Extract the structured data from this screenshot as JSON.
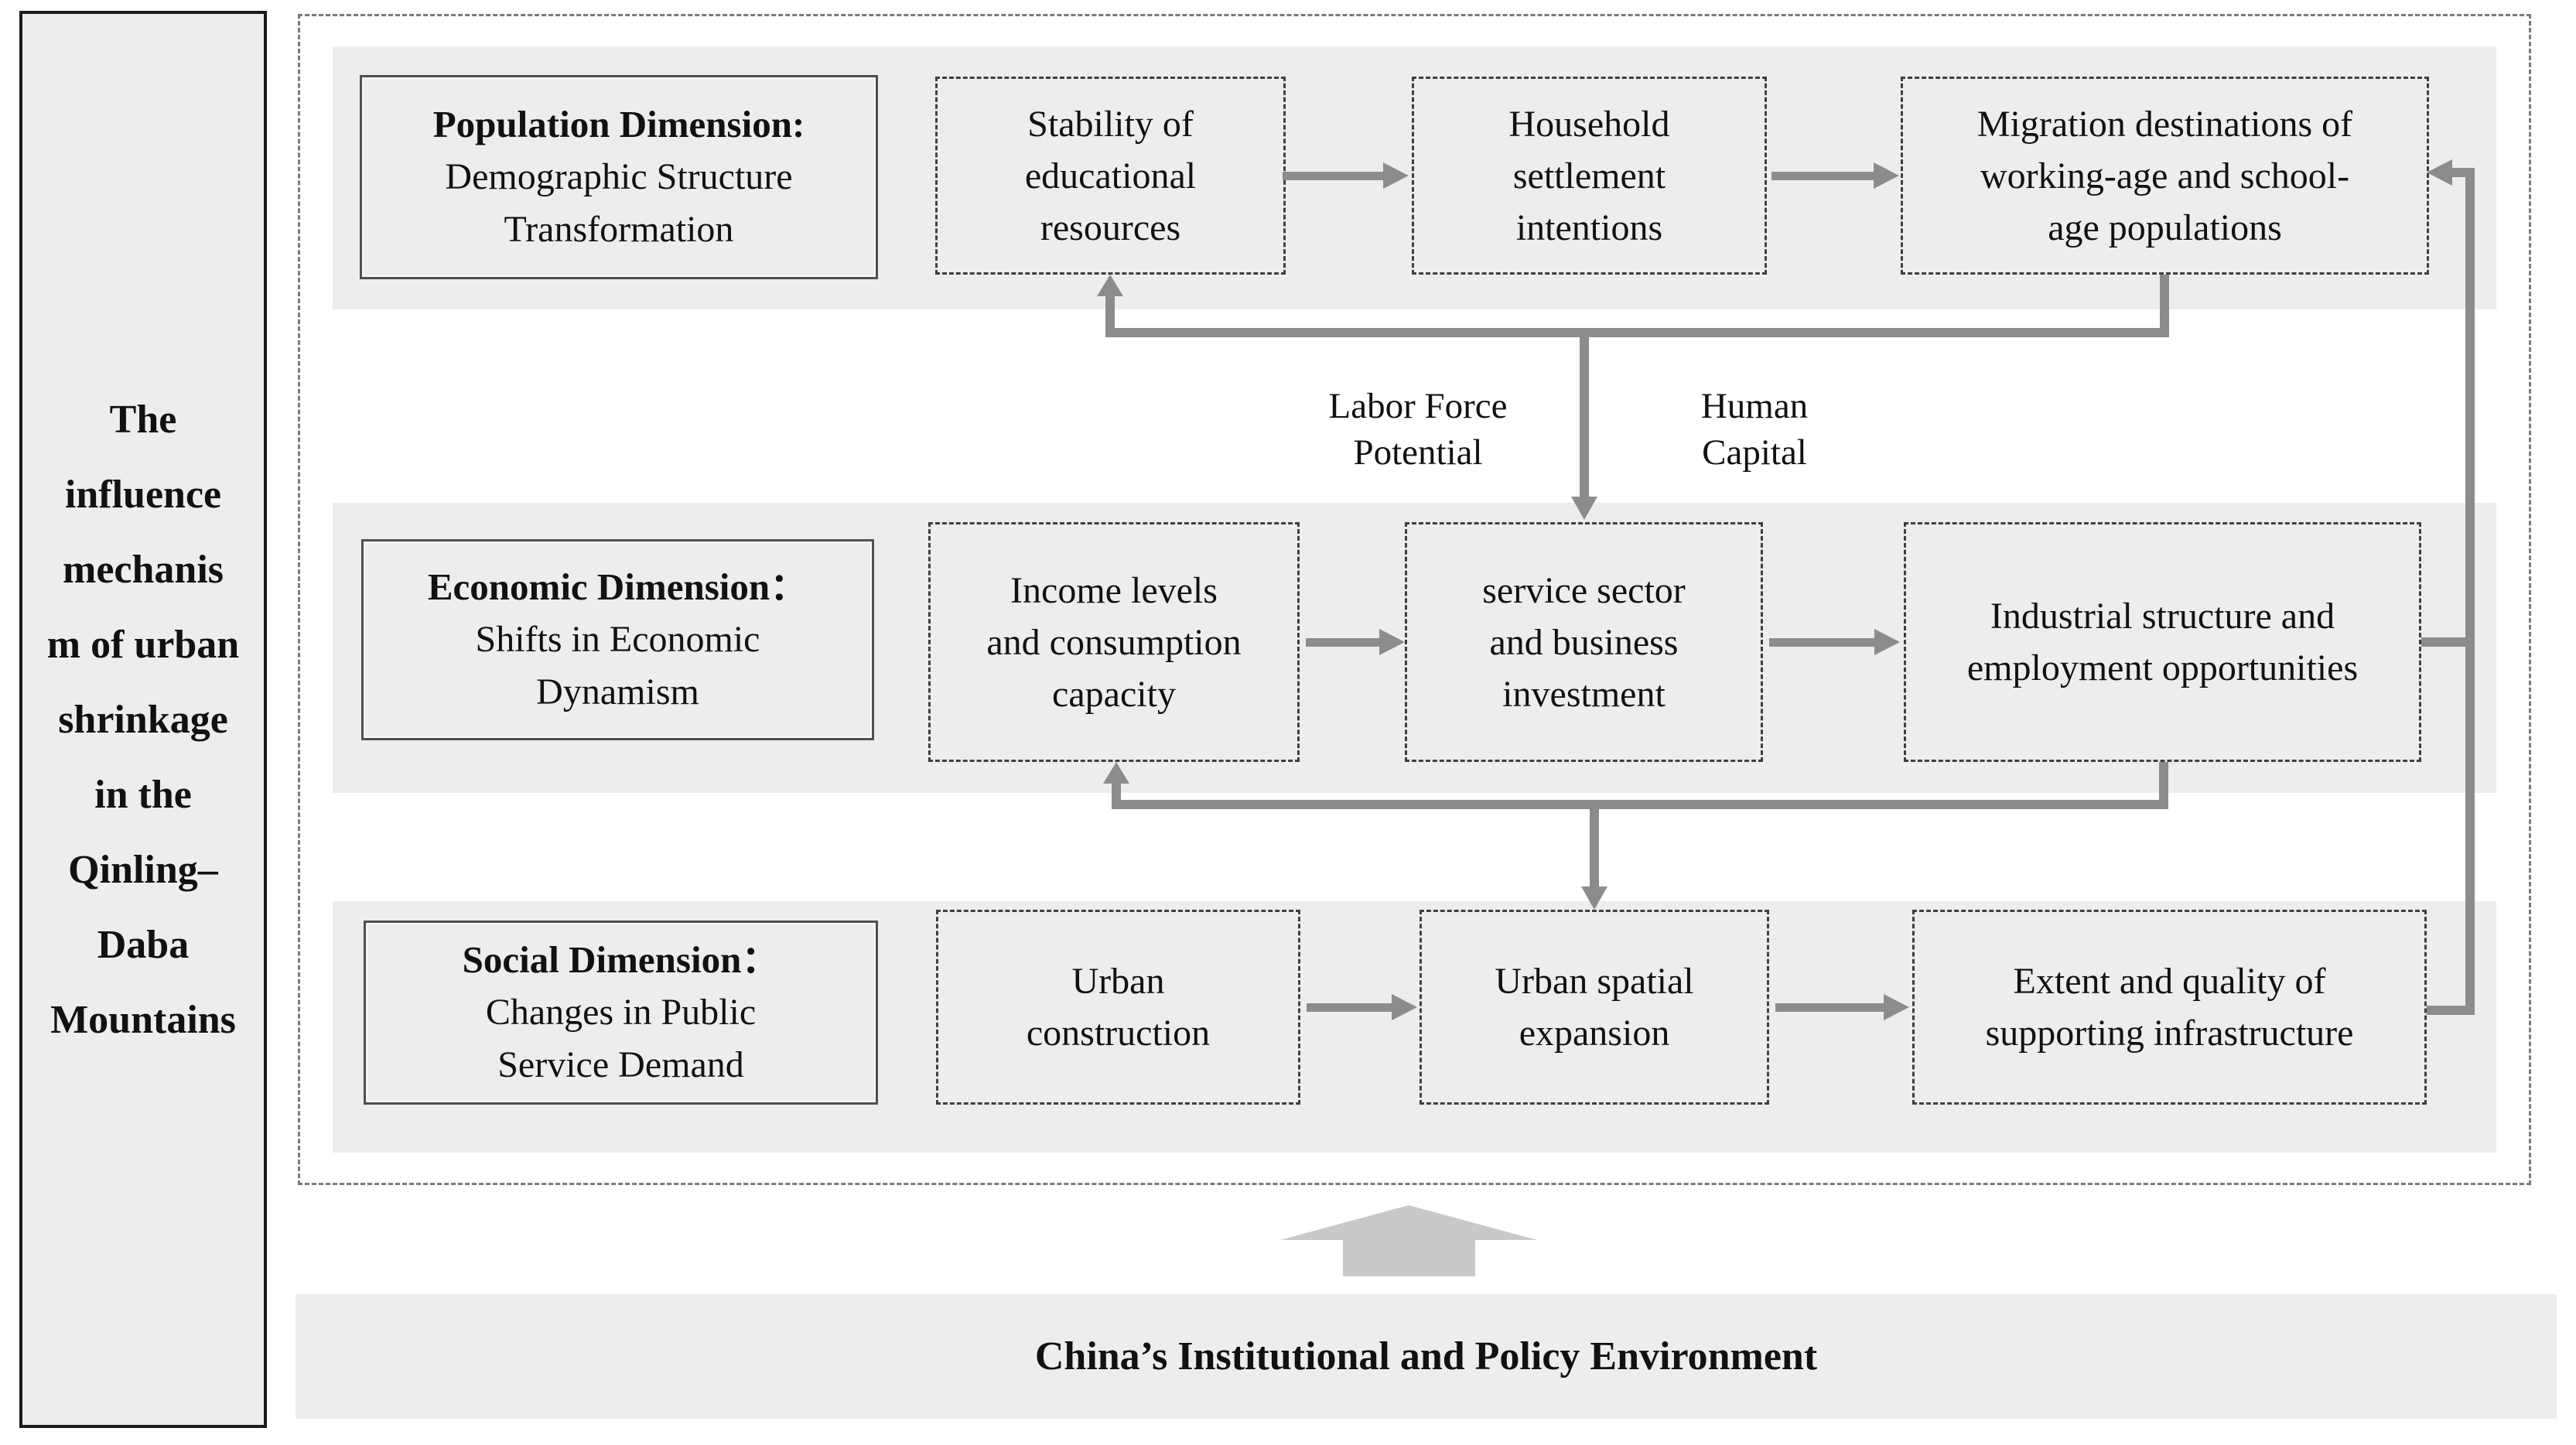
{
  "sidebar": {
    "lines": [
      "The",
      "influence",
      "mechanis",
      "m of urban",
      "shrinkage",
      "in the",
      "Qinling–",
      "Daba",
      "Mountains"
    ]
  },
  "rows": [
    {
      "label": {
        "title": "Population Dimension:",
        "lines": [
          "Demographic Structure",
          "Transformation"
        ]
      },
      "boxes": [
        {
          "lines": [
            "Stability of",
            "educational",
            "resources"
          ]
        },
        {
          "lines": [
            "Household",
            "settlement",
            "intentions"
          ]
        },
        {
          "lines": [
            "Migration destinations of",
            "working-age and school-",
            "age populations"
          ]
        }
      ]
    },
    {
      "label": {
        "title": "Economic Dimension：",
        "lines": [
          "Shifts in Economic",
          "Dynamism"
        ]
      },
      "boxes": [
        {
          "lines": [
            "Income levels",
            "and consumption",
            "capacity"
          ]
        },
        {
          "lines": [
            "service sector",
            "and business",
            "investment"
          ]
        },
        {
          "lines": [
            "Industrial structure and",
            "employment opportunities"
          ]
        }
      ]
    },
    {
      "label": {
        "title": "Social Dimension：",
        "lines": [
          "Changes in Public",
          "Service Demand"
        ]
      },
      "boxes": [
        {
          "lines": [
            "Urban",
            "construction"
          ]
        },
        {
          "lines": [
            "Urban spatial",
            "expansion"
          ]
        },
        {
          "lines": [
            "Extent and quality of",
            "supporting infrastructure"
          ]
        }
      ]
    }
  ],
  "connector_labels": {
    "labor_force": {
      "lines": [
        "Labor Force",
        "Potential"
      ]
    },
    "human_capital": {
      "lines": [
        "Human",
        "Capital"
      ]
    }
  },
  "policy_bar": {
    "text": "China’s Institutional and Policy Environment"
  },
  "colors": {
    "band_fill": "#ededed",
    "box_fill": "#ededed",
    "dashed_box_border": "#3f3f3f",
    "outer_dashed_border": "#7a7a7a",
    "label_box_border": "#4f4f4f",
    "arrow": "#8c8c8c",
    "big_arrow": "#c9c9c9",
    "sidebar_border": "#1a1a1a",
    "text": "#111111"
  }
}
